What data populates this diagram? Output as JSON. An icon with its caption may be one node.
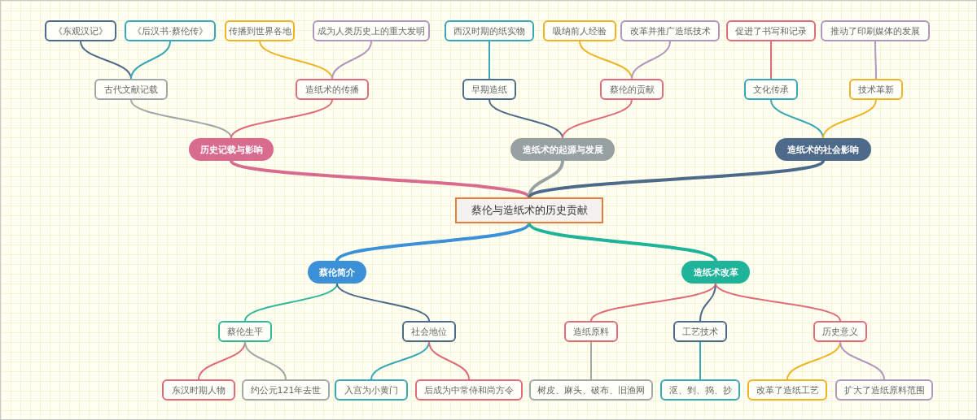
{
  "diagram": {
    "nodes": [
      {
        "text": [
          "《东观汉记》"
        ]
      },
      {
        "text": [
          "《后汉书·蔡伦传》"
        ]
      },
      {
        "text": [
          "传播到世界各地"
        ]
      },
      {
        "text": [
          "成为人类历史上的重大发明"
        ]
      },
      {
        "text": [
          "西汉时期的纸实物"
        ]
      },
      {
        "text": [
          "吸纳前人经验"
        ]
      },
      {
        "text": [
          "改革并推广造纸技术"
        ]
      },
      {
        "text": [
          "促进了书写和记录"
        ]
      },
      {
        "text": [
          "推动了印刷媒体的发展"
        ]
      },
      {
        "text": [
          "古代文献记载"
        ]
      },
      {
        "text": [
          "造纸术的传播"
        ]
      },
      {
        "text": [
          "早期造纸"
        ]
      },
      {
        "text": [
          "蔡伦的贡献"
        ]
      },
      {
        "text": [
          "文化传承"
        ]
      },
      {
        "text": [
          "技术革新"
        ]
      },
      {
        "text": [
          "历史记载与影响"
        ]
      },
      {
        "text": [
          "造纸术的起源与发展"
        ]
      },
      {
        "text": [
          "造纸术的社会影响"
        ]
      },
      {
        "text": [
          "蔡伦与造纸术的历史贡献"
        ]
      },
      {
        "text": [
          "蔡伦简介"
        ]
      },
      {
        "text": [
          "造纸术改革"
        ]
      },
      {
        "text": [
          "蔡伦生平"
        ]
      },
      {
        "text": [
          "社会地位"
        ]
      },
      {
        "text": [
          "造纸原料"
        ]
      },
      {
        "text": [
          "工艺技术"
        ]
      },
      {
        "text": [
          "历史意义"
        ]
      },
      {
        "text": [
          "东汉时期人物"
        ]
      },
      {
        "text": [
          "约公元121年去世"
        ]
      },
      {
        "text": [
          "入宫为小黄门"
        ]
      },
      {
        "text": [
          "后成为中常侍和尚方令"
        ]
      },
      {
        "text": [
          "树皮、麻头、破布、旧渔网"
        ]
      },
      {
        "text": [
          "沤、剉、捣、抄"
        ]
      },
      {
        "text": [
          "改革了造纸工艺"
        ]
      },
      {
        "text": [
          "扩大了造纸原料范围"
        ]
      }
    ],
    "edges": [
      {
        "from": 18,
        "to": 15,
        "arrow": "none",
        "style": "thick",
        "color": "#d96b8e"
      },
      {
        "from": 18,
        "to": 16,
        "arrow": "none",
        "style": "thick",
        "color": "#97a1a2"
      },
      {
        "from": 18,
        "to": 17,
        "arrow": "none",
        "style": "thick",
        "color": "#4e6a8a"
      },
      {
        "from": 18,
        "to": 19,
        "arrow": "none",
        "style": "thick",
        "color": "#3b90d8"
      },
      {
        "from": 18,
        "to": 20,
        "arrow": "none",
        "style": "thick",
        "color": "#1fb39a"
      },
      {
        "from": 15,
        "to": 9,
        "arrow": "none",
        "color": "#a0a8a8"
      },
      {
        "from": 15,
        "to": 10,
        "arrow": "none",
        "color": "#e06c7a"
      },
      {
        "from": 16,
        "to": 11,
        "arrow": "none",
        "color": "#4e6a8a"
      },
      {
        "from": 16,
        "to": 12,
        "arrow": "none",
        "color": "#e06c7a"
      },
      {
        "from": 17,
        "to": 13,
        "arrow": "none",
        "color": "#3aa6b9"
      },
      {
        "from": 17,
        "to": 14,
        "arrow": "none",
        "color": "#f0b323"
      },
      {
        "from": 9,
        "to": 0,
        "arrow": "none",
        "color": "#4e6a8a"
      },
      {
        "from": 9,
        "to": 1,
        "arrow": "none",
        "color": "#3aa6b9"
      },
      {
        "from": 10,
        "to": 2,
        "arrow": "none",
        "color": "#f0b323"
      },
      {
        "from": 10,
        "to": 3,
        "arrow": "none",
        "color": "#b097bf"
      },
      {
        "from": 11,
        "to": 4,
        "arrow": "none",
        "color": "#3aa6b9"
      },
      {
        "from": 12,
        "to": 5,
        "arrow": "none",
        "color": "#f0b323"
      },
      {
        "from": 12,
        "to": 6,
        "arrow": "none",
        "color": "#b097bf"
      },
      {
        "from": 13,
        "to": 7,
        "arrow": "none",
        "color": "#e06c7a"
      },
      {
        "from": 14,
        "to": 8,
        "arrow": "none",
        "color": "#b097bf"
      },
      {
        "from": 19,
        "to": 21,
        "arrow": "none",
        "color": "#2fb89a"
      },
      {
        "from": 19,
        "to": 22,
        "arrow": "none",
        "color": "#4e6a8a"
      },
      {
        "from": 20,
        "to": 23,
        "arrow": "none",
        "color": "#e06c7a"
      },
      {
        "from": 20,
        "to": 24,
        "arrow": "none",
        "color": "#4e6a8a"
      },
      {
        "from": 20,
        "to": 25,
        "arrow": "none",
        "color": "#e06c7a"
      },
      {
        "from": 21,
        "to": 26,
        "arrow": "none",
        "color": "#e06c7a"
      },
      {
        "from": 21,
        "to": 27,
        "arrow": "none",
        "color": "#a0a8a8"
      },
      {
        "from": 22,
        "to": 28,
        "arrow": "none",
        "color": "#3aa6b9"
      },
      {
        "from": 22,
        "to": 29,
        "arrow": "none",
        "color": "#e06c7a"
      },
      {
        "from": 23,
        "to": 30,
        "arrow": "none",
        "color": "#a0a8a8"
      },
      {
        "from": 24,
        "to": 31,
        "arrow": "none",
        "color": "#3aa6b9"
      },
      {
        "from": 25,
        "to": 32,
        "arrow": "none",
        "color": "#f0b323"
      },
      {
        "from": 25,
        "to": 33,
        "arrow": "none",
        "color": "#b097bf"
      }
    ]
  }
}
